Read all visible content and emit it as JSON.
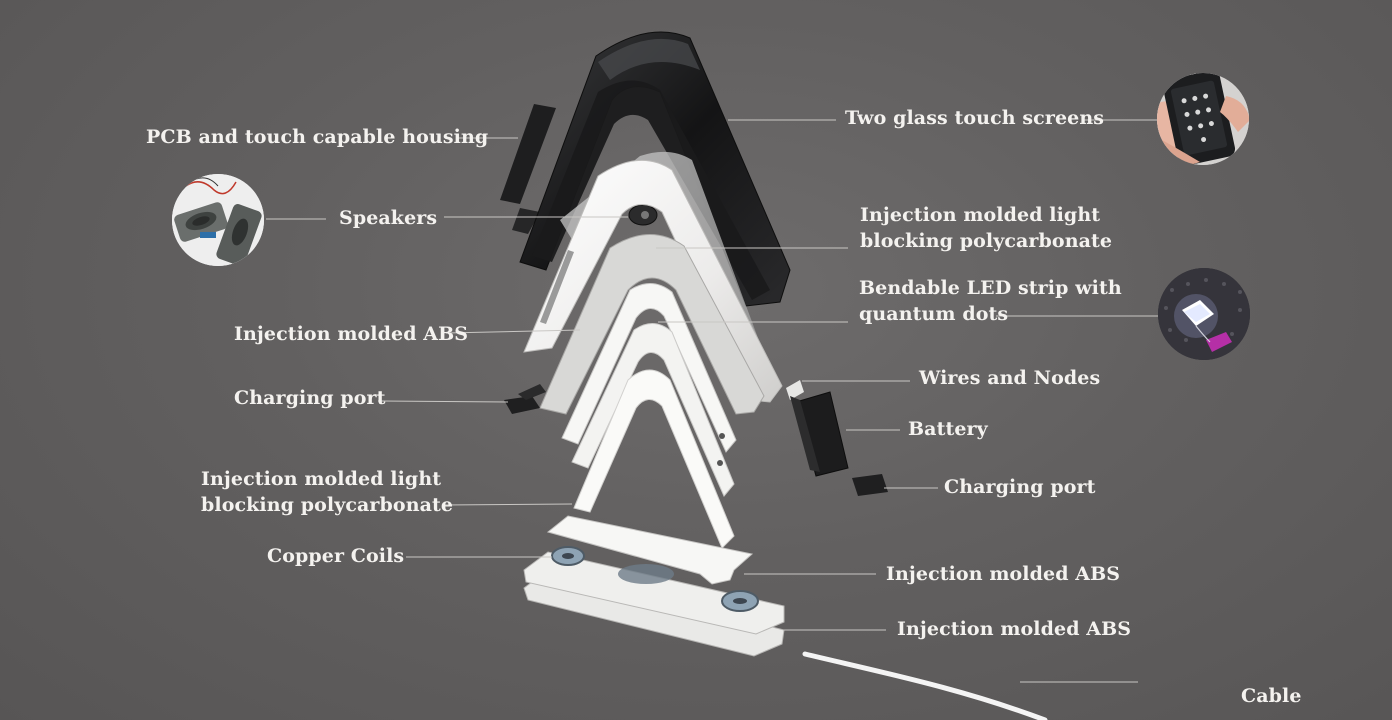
{
  "labels": {
    "pcb_housing": "PCB and touch capable housing",
    "speakers": "Speakers",
    "abs_left": "Injection molded ABS",
    "charging_port_left": "Charging port",
    "polycarbonate_left_line1": "Injection molded light",
    "polycarbonate_left_line2": "blocking polycarbonate",
    "copper_coils": "Copper Coils",
    "touch_screens": "Two glass touch screens",
    "polycarbonate_right_line1": "Injection molded light",
    "polycarbonate_right_line2": "blocking polycarbonate",
    "led_strip_line1": "Bendable LED strip with",
    "led_strip_line2": "quantum dots",
    "wires_nodes": "Wires and Nodes",
    "battery": "Battery",
    "charging_port_right": "Charging port",
    "abs_base_upper": "Injection molded ABS",
    "abs_base_lower": "Injection molded ABS",
    "cable": "Cable"
  },
  "colors": {
    "background": "#626060",
    "label_text": "#f4f2ef",
    "leader_line": "#c9c7c4",
    "black_shell": "#1c1c1d",
    "white_shell": "#f2f2f0"
  },
  "icons": {
    "speakers_thumbnail": "speaker-modules-icon",
    "touch_screen_thumbnail": "hand-touch-screen-icon",
    "led_thumbnail": "led-quantum-dot-icon"
  }
}
